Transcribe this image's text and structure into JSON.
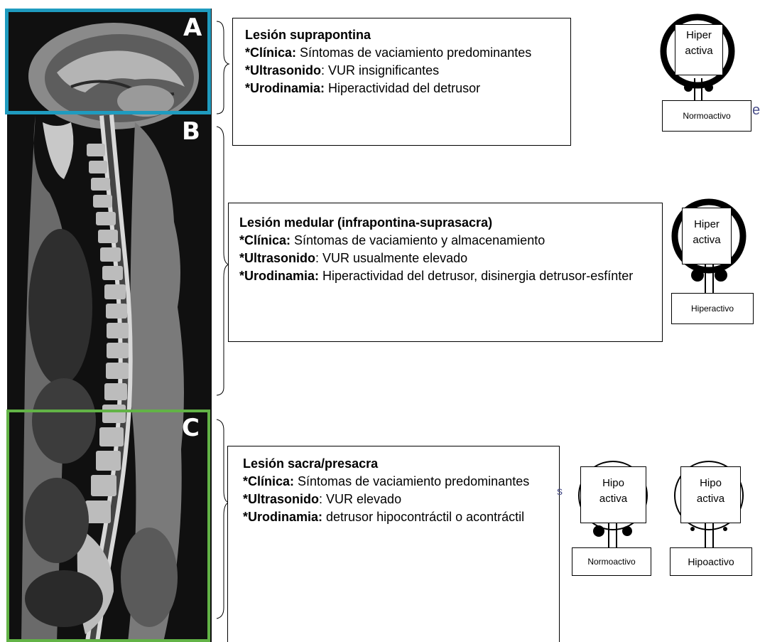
{
  "regions": {
    "a_letter": "A",
    "b_letter": "B",
    "c_letter": "C",
    "a_color": "#1f9bbf",
    "c_color": "#62b346"
  },
  "box_a": {
    "title": "Lesión suprapontina",
    "clinica_label": "*Clínica:",
    "clinica_text": " Síntomas de vaciamiento predominantes",
    "ultrasonido_label": "*Ultrasonido",
    "ultrasonido_text": ": VUR insignificantes",
    "urodinamia_label": "*Urodinamia:",
    "urodinamia_text": " Hiperactividad del detrusor"
  },
  "box_b": {
    "title": "Lesión medular (infrapontina-suprasacra)",
    "clinica_label": "*Clínica:",
    "clinica_text": " Síntomas de vaciamiento y almacenamiento",
    "ultrasonido_label": "*Ultrasonido",
    "ultrasonido_text": ": VUR usualmente elevado",
    "urodinamia_label": "*Urodinamia:",
    "urodinamia_text": " Hiperactividad del detrusor, disinergia detrusor-esfínter"
  },
  "box_c": {
    "title": "Lesión sacra/presacra",
    "clinica_label": "*Clínica:",
    "clinica_text": " Síntomas de vaciamiento predominantes",
    "ultrasonido_label": "*Ultrasonido",
    "ultrasonido_text": ": VUR elevado",
    "urodinamia_label": "*Urodinamia:",
    "urodinamia_text": " detrusor hipocontráctil o acontráctil"
  },
  "bladders": {
    "a": {
      "top_line1": "Hiper",
      "top_line2": "activa",
      "bottom": "Normoactivo",
      "stray": "e"
    },
    "b": {
      "top_line1": "Hiper",
      "top_line2": "activa",
      "bottom": "Hiperactivo"
    },
    "c1": {
      "top_line1": "Hipo",
      "top_line2": "activa",
      "bottom": "Normoactivo",
      "stray": "s"
    },
    "c2": {
      "top_line1": "Hipo",
      "top_line2": "activa",
      "bottom": "Hipoactivo"
    }
  }
}
